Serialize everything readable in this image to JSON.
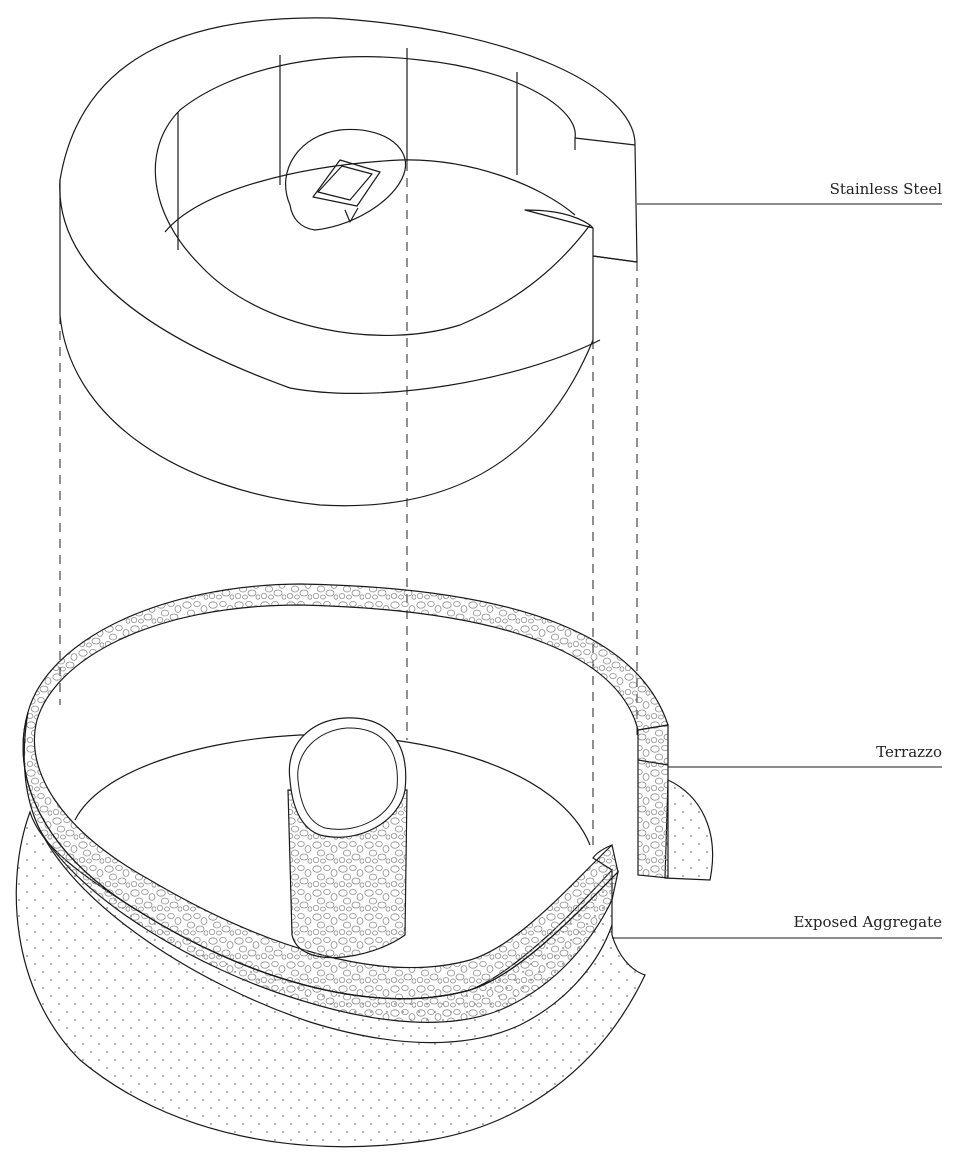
{
  "diagram": {
    "labels": {
      "stainless_steel": "Stainless Steel",
      "terrazzo": "Terrazzo",
      "exposed_aggregate": "Exposed Aggregate"
    },
    "colors": {
      "line": "#1a1a1a",
      "dash": "#222222",
      "aggregate_dot": "#9a9a9a",
      "terrazzo_pebble": "#8c8c8c",
      "background": "#ffffff"
    }
  }
}
